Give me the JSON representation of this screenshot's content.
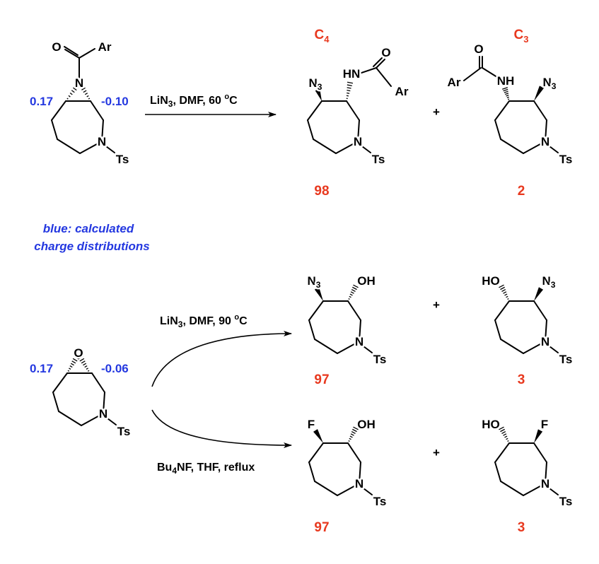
{
  "top_reaction": {
    "reagents": {
      "a": "LiN",
      "sub": "3",
      "b": ", DMF, 60 ",
      "sup": "o",
      "c": "C"
    },
    "start": {
      "charge_left": "0.17",
      "charge_right": "-0.10",
      "carbonyl_O": "O",
      "aryl": "Ar",
      "aziridine_N": "N",
      "ring_N": "N",
      "ts": "Ts"
    },
    "product_c4": {
      "label": "C",
      "label_sub": "4",
      "azide": "N",
      "azide_sub": "3",
      "amide_nh": "HN",
      "carbonyl_O": "O",
      "aryl": "Ar",
      "ring_N": "N",
      "ts": "Ts",
      "yield": "98"
    },
    "product_c3": {
      "label": "C",
      "label_sub": "3",
      "azide": "N",
      "azide_sub": "3",
      "amide_nh": "NH",
      "carbonyl_O": "O",
      "aryl": "Ar",
      "ring_N": "N",
      "ts": "Ts",
      "yield": "2"
    },
    "plus": "+"
  },
  "legend": {
    "line1": "blue: calculated",
    "line2": "charge distributions"
  },
  "bottom_reaction": {
    "start": {
      "charge_left": "0.17",
      "charge_right": "-0.06",
      "epoxide_O": "O",
      "ring_N": "N",
      "ts": "Ts"
    },
    "reagents_azide": {
      "a": "LiN",
      "sub": "3",
      "b": ", DMF, 90 ",
      "sup": "o",
      "c": "C"
    },
    "reagents_fluoride": {
      "a": "Bu",
      "sub": "4",
      "b": "NF, THF, reflux"
    },
    "azide_major": {
      "sub1": "N",
      "sub1_sub": "3",
      "sub2": "OH",
      "ring_N": "N",
      "ts": "Ts",
      "yield": "97"
    },
    "azide_minor": {
      "sub1": "HO",
      "sub2": "N",
      "sub2_sub": "3",
      "ring_N": "N",
      "ts": "Ts",
      "yield": "3"
    },
    "fluoro_major": {
      "sub1": "F",
      "sub2": "OH",
      "ring_N": "N",
      "ts": "Ts",
      "yield": "97"
    },
    "fluoro_minor": {
      "sub1": "HO",
      "sub2": "F",
      "ring_N": "N",
      "ts": "Ts",
      "yield": "3"
    },
    "plus": "+"
  },
  "colors": {
    "charge": "#2438e0",
    "yield": "#e8391f"
  }
}
